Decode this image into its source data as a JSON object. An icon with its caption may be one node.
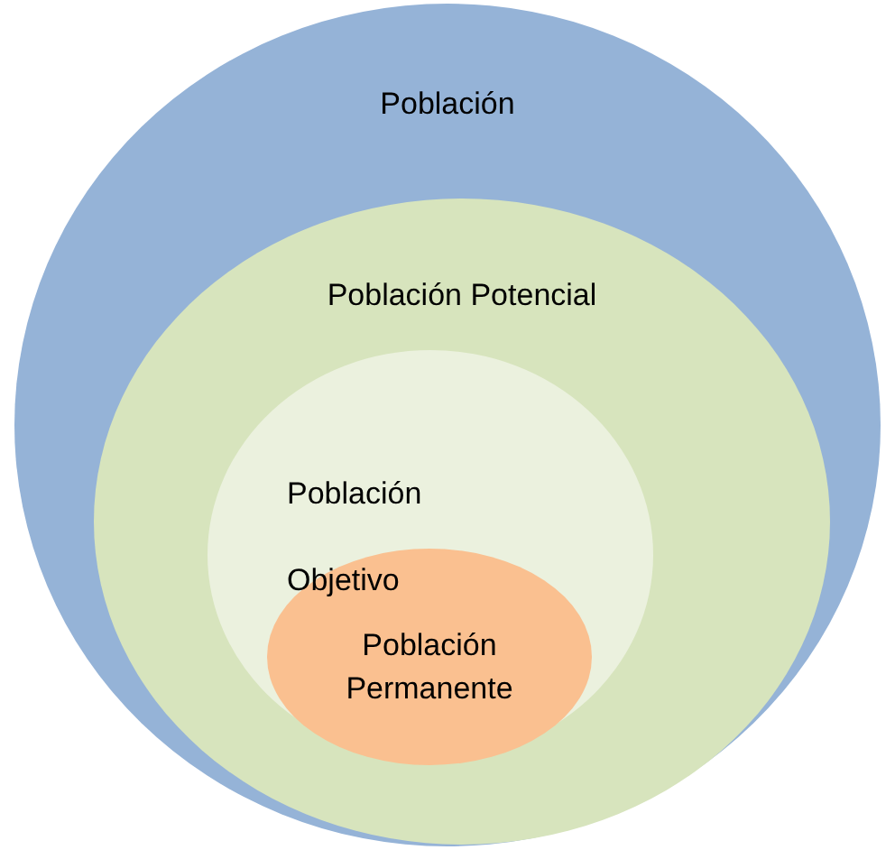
{
  "diagram": {
    "nodes": [
      {
        "text": [
          "Población"
        ]
      },
      {
        "text": [
          "Población Potencial"
        ],
        "in": 0
      },
      {
        "text": [
          "Población Objetivo"
        ],
        "in": 1
      },
      {
        "text": [
          "Población Permanente"
        ],
        "in": 2
      }
    ],
    "edges": []
  }
}
